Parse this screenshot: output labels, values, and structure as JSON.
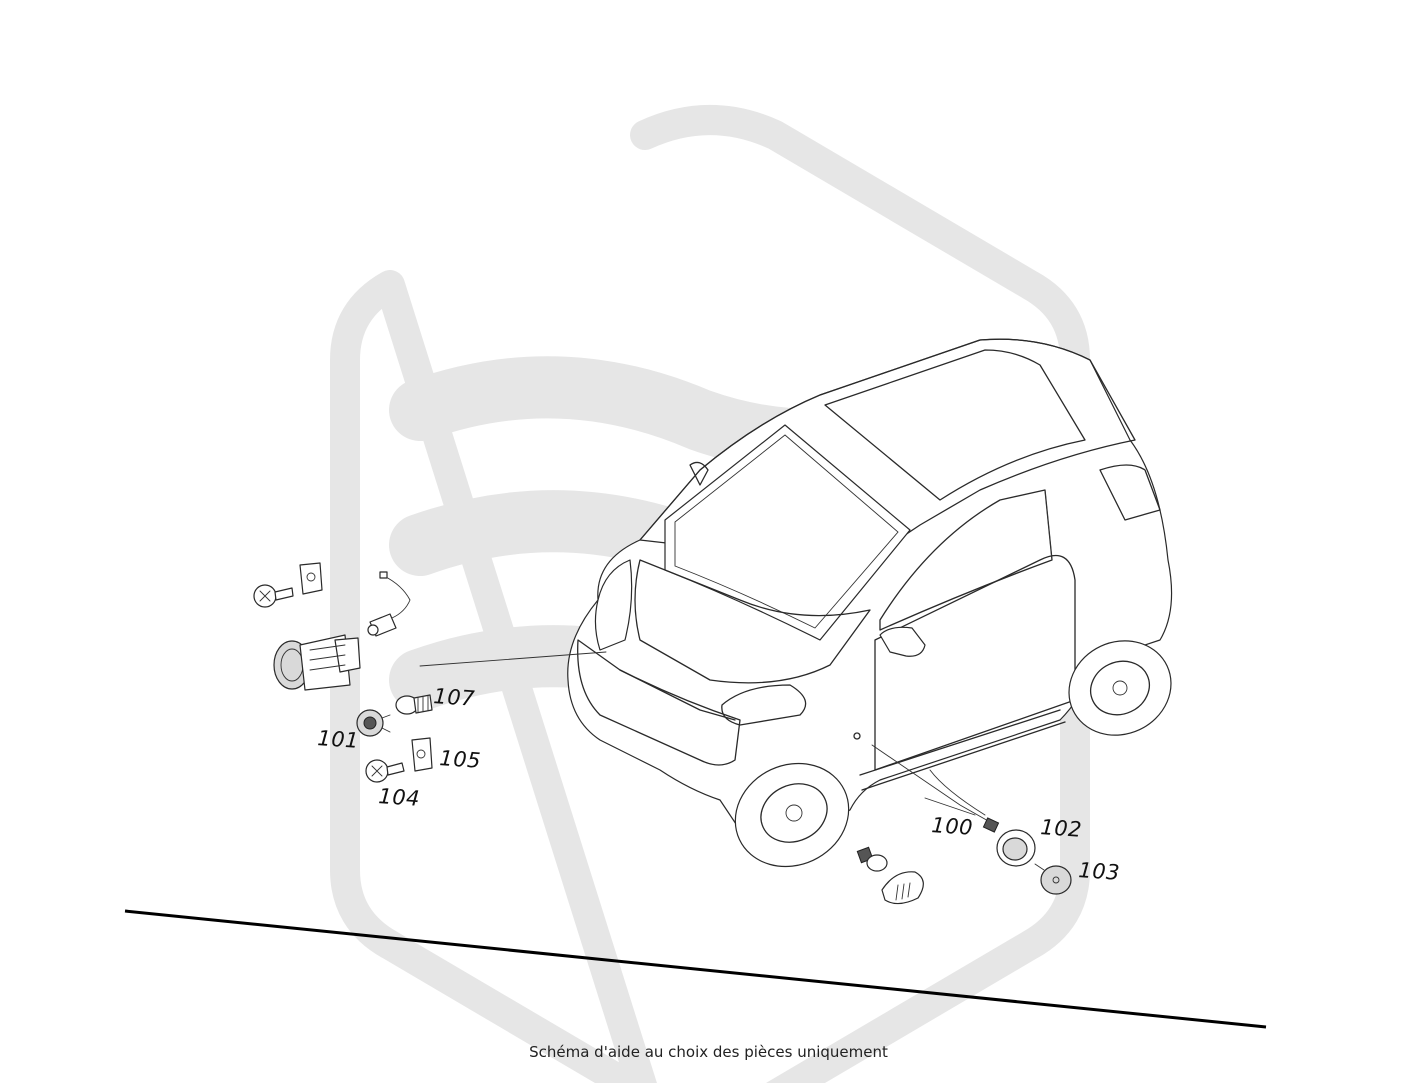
{
  "diagram": {
    "watermark": {
      "color": "#e6e6e6"
    },
    "parts": [
      {
        "id": "100",
        "label": "100"
      },
      {
        "id": "101",
        "label": "101"
      },
      {
        "id": "102",
        "label": "102"
      },
      {
        "id": "103",
        "label": "103"
      },
      {
        "id": "104",
        "label": "104"
      },
      {
        "id": "105",
        "label": "105"
      },
      {
        "id": "107",
        "label": "107"
      }
    ],
    "caption": "Schéma d'aide au choix des pièces uniquement"
  }
}
